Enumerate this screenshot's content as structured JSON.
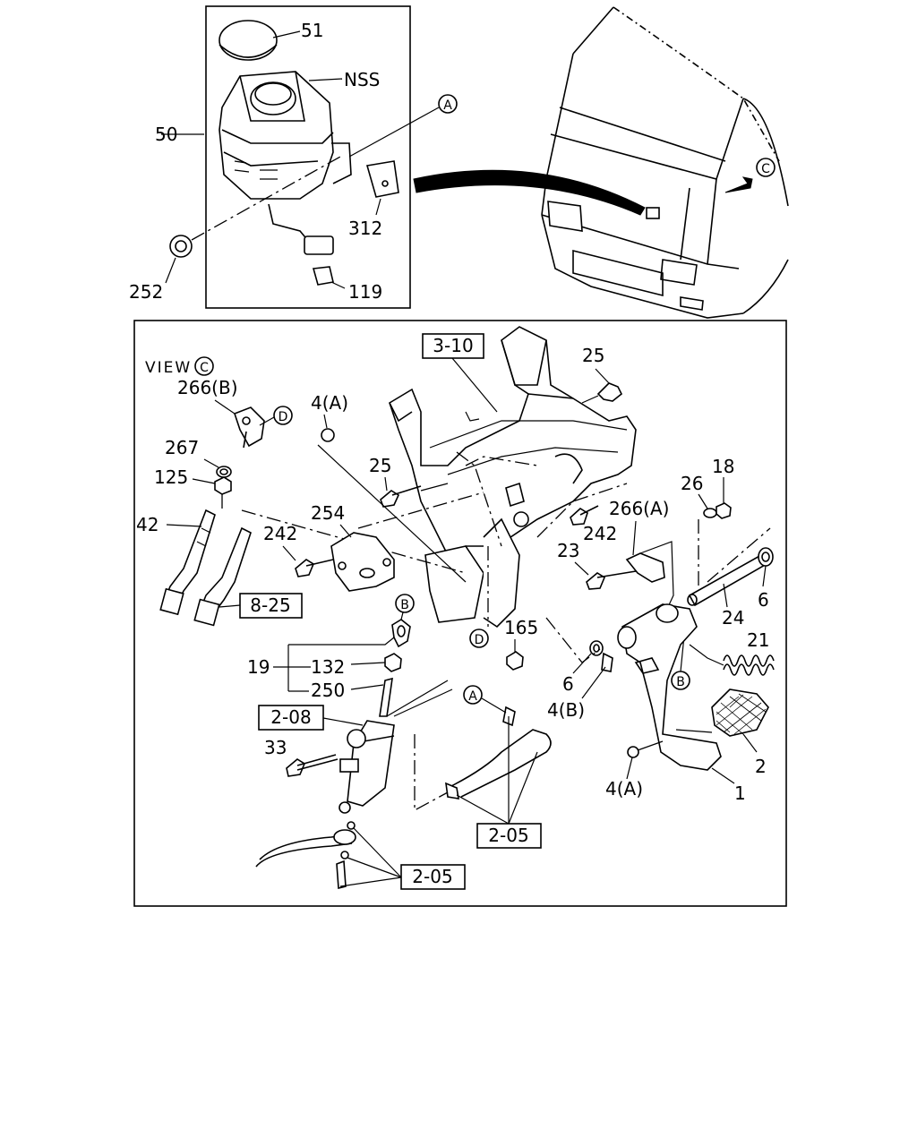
{
  "labels": {
    "l51": "51",
    "lNSS": "NSS",
    "l50": "50",
    "l312": "312",
    "l252": "252",
    "l119": "119",
    "view": "VIEW",
    "l3_10": "3-10",
    "l25a": "25",
    "l25b": "25",
    "l266B": "266(B)",
    "l4A_top": "4(A)",
    "l267": "267",
    "l125": "125",
    "l42": "42",
    "l254": "254",
    "l242a": "242",
    "l242b": "242",
    "l8_25": "8-25",
    "l266A": "266(A)",
    "l26": "26",
    "l18": "18",
    "l23": "23",
    "l6a": "6",
    "l6b": "6",
    "l24": "24",
    "l21": "21",
    "l165": "165",
    "l19": "19",
    "l132": "132",
    "l250": "250",
    "l2_08": "2-08",
    "l33": "33",
    "l4B": "4(B)",
    "l2": "2",
    "l1": "1",
    "l4A_bot": "4(A)",
    "l2_05a": "2-05",
    "l2_05b": "2-05"
  },
  "callouts": {
    "A": "A",
    "C": "C",
    "D": "D",
    "B": "B"
  }
}
